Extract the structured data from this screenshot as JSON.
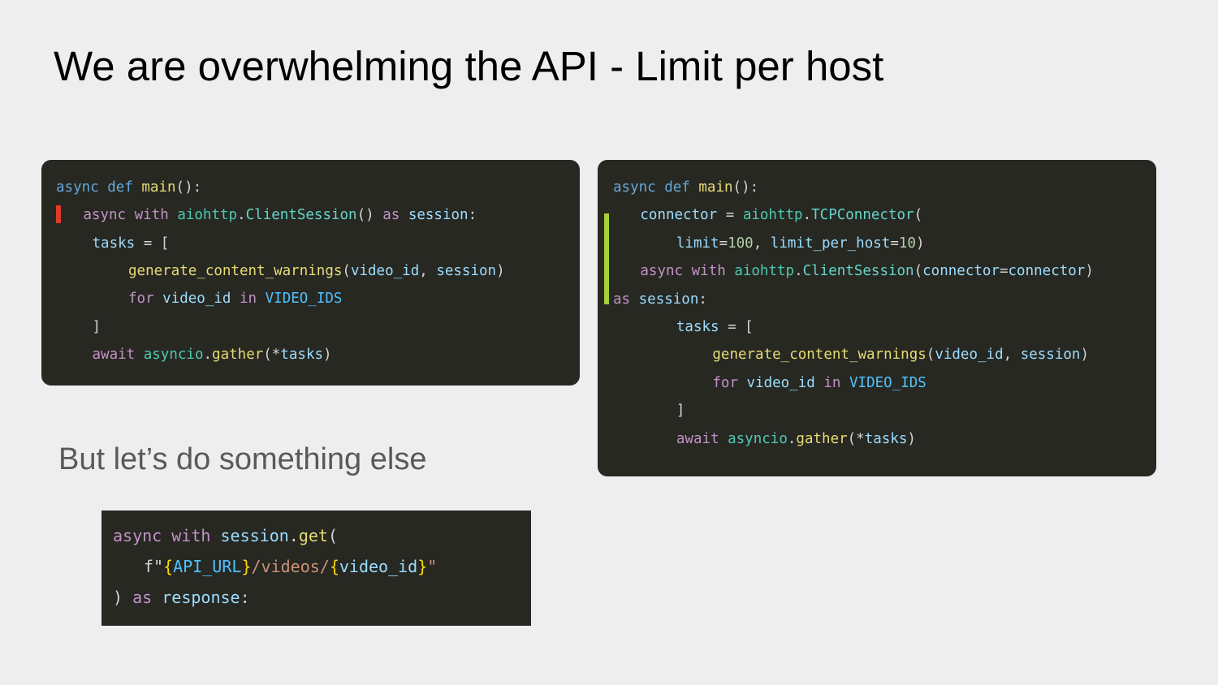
{
  "slide": {
    "title": "We are overwhelming the API - Limit per host",
    "subtitle": "But let’s do something else"
  },
  "colors": {
    "background": "#eeeeee",
    "code_background": "#272822",
    "marker_red": "#e03a2a",
    "marker_green": "#a6d13a"
  },
  "code_left": {
    "lines": [
      [
        [
          "kw",
          "async"
        ],
        [
          "pn",
          " "
        ],
        [
          "kw",
          "def"
        ],
        [
          "pn",
          " "
        ],
        [
          "fn",
          "main"
        ],
        [
          "pn",
          "():"
        ]
      ],
      [
        [
          "pk",
          "async"
        ],
        [
          "pn",
          " "
        ],
        [
          "pk",
          "with"
        ],
        [
          "pn",
          " "
        ],
        [
          "tl",
          "aiohttp"
        ],
        [
          "pn",
          "."
        ],
        [
          "cl",
          "ClientSession"
        ],
        [
          "pn",
          "() "
        ],
        [
          "pk",
          "as"
        ],
        [
          "pn",
          " "
        ],
        [
          "vr",
          "session"
        ],
        [
          "pn",
          ":"
        ]
      ],
      [
        [
          "vr",
          "tasks"
        ],
        [
          "pn",
          " = ["
        ]
      ],
      [
        [
          "fn",
          "generate_content_warnings"
        ],
        [
          "pn",
          "("
        ],
        [
          "vr",
          "video_id"
        ],
        [
          "pn",
          ", "
        ],
        [
          "vr",
          "session"
        ],
        [
          "pn",
          ")"
        ]
      ],
      [
        [
          "pk",
          "for"
        ],
        [
          "pn",
          " "
        ],
        [
          "vr",
          "video_id"
        ],
        [
          "pn",
          " "
        ],
        [
          "pk",
          "in"
        ],
        [
          "pn",
          " "
        ],
        [
          "cn",
          "VIDEO_IDS"
        ]
      ],
      [
        [
          "pn",
          "]"
        ]
      ],
      [
        [
          "pk",
          "await"
        ],
        [
          "pn",
          " "
        ],
        [
          "tl",
          "asyncio"
        ],
        [
          "pn",
          "."
        ],
        [
          "fn",
          "gather"
        ],
        [
          "pn",
          "(*"
        ],
        [
          "vr",
          "tasks"
        ],
        [
          "pn",
          ")"
        ]
      ]
    ]
  },
  "code_right": {
    "lines": [
      [
        [
          "kw",
          "async"
        ],
        [
          "pn",
          " "
        ],
        [
          "kw",
          "def"
        ],
        [
          "pn",
          " "
        ],
        [
          "fn",
          "main"
        ],
        [
          "pn",
          "():"
        ]
      ],
      [
        [
          "vr",
          "connector"
        ],
        [
          "pn",
          " = "
        ],
        [
          "tl",
          "aiohttp"
        ],
        [
          "pn",
          "."
        ],
        [
          "cl",
          "TCPConnector"
        ],
        [
          "pn",
          "("
        ]
      ],
      [
        [
          "vr",
          "limit"
        ],
        [
          "pn",
          "="
        ],
        [
          "num",
          "100"
        ],
        [
          "pn",
          ", "
        ],
        [
          "vr",
          "limit_per_host"
        ],
        [
          "pn",
          "="
        ],
        [
          "num",
          "10"
        ],
        [
          "pn",
          ")"
        ]
      ],
      [
        [
          "pk",
          "async"
        ],
        [
          "pn",
          " "
        ],
        [
          "pk",
          "with"
        ],
        [
          "pn",
          " "
        ],
        [
          "tl",
          "aiohttp"
        ],
        [
          "pn",
          "."
        ],
        [
          "cl",
          "ClientSession"
        ],
        [
          "pn",
          "("
        ],
        [
          "vr",
          "connector"
        ],
        [
          "pn",
          "="
        ],
        [
          "vr",
          "connector"
        ],
        [
          "pn",
          ")"
        ]
      ],
      [
        [
          "pk",
          "as"
        ],
        [
          "pn",
          " "
        ],
        [
          "vr",
          "session"
        ],
        [
          "pn",
          ":"
        ]
      ],
      [
        [
          "vr",
          "tasks"
        ],
        [
          "pn",
          " = ["
        ]
      ],
      [
        [
          "fn",
          "generate_content_warnings"
        ],
        [
          "pn",
          "("
        ],
        [
          "vr",
          "video_id"
        ],
        [
          "pn",
          ", "
        ],
        [
          "vr",
          "session"
        ],
        [
          "pn",
          ")"
        ]
      ],
      [
        [
          "pk",
          "for"
        ],
        [
          "pn",
          " "
        ],
        [
          "vr",
          "video_id"
        ],
        [
          "pn",
          " "
        ],
        [
          "pk",
          "in"
        ],
        [
          "pn",
          " "
        ],
        [
          "cn",
          "VIDEO_IDS"
        ]
      ],
      [
        [
          "pn",
          "]"
        ]
      ],
      [
        [
          "pk",
          "await"
        ],
        [
          "pn",
          " "
        ],
        [
          "tl",
          "asyncio"
        ],
        [
          "pn",
          "."
        ],
        [
          "fn",
          "gather"
        ],
        [
          "pn",
          "(*"
        ],
        [
          "vr",
          "tasks"
        ],
        [
          "pn",
          ")"
        ]
      ]
    ]
  },
  "code_bottom": {
    "lines": [
      [
        [
          "pk",
          "async"
        ],
        [
          "pn",
          " "
        ],
        [
          "pk",
          "with"
        ],
        [
          "pn",
          " "
        ],
        [
          "vr",
          "session"
        ],
        [
          "pn",
          "."
        ],
        [
          "fn",
          "get"
        ],
        [
          "pn",
          "("
        ]
      ],
      [
        [
          "pn",
          "f\""
        ],
        [
          "br",
          "{"
        ],
        [
          "cn",
          "API_URL"
        ],
        [
          "br",
          "}"
        ],
        [
          "st",
          "/videos/"
        ],
        [
          "br",
          "{"
        ],
        [
          "vr",
          "video_id"
        ],
        [
          "br",
          "}"
        ],
        [
          "st",
          "\""
        ]
      ],
      [
        [
          "pn",
          ") "
        ],
        [
          "pk",
          "as"
        ],
        [
          "pn",
          " "
        ],
        [
          "vr",
          "response"
        ],
        [
          "pn",
          ":"
        ]
      ]
    ]
  }
}
